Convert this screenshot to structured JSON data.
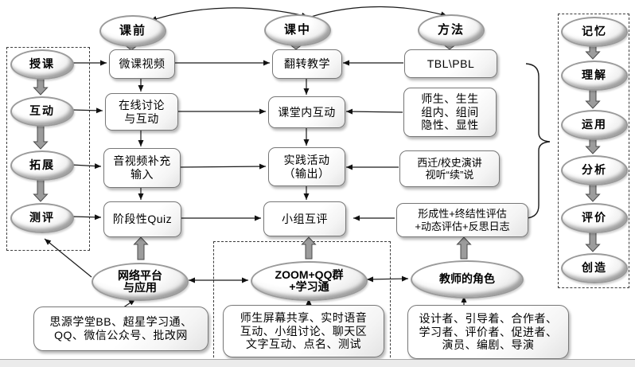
{
  "colors": {
    "node_border": "#9a9a9a",
    "block_arrow_fill": "#9c9c9c",
    "block_arrow_outline": "#4a4a4a",
    "connector_line": "#1a1a1a",
    "bottom_bar": "#ebebeb"
  },
  "top_nodes": {
    "pre_class": "课前",
    "in_class": "课中",
    "method": "方法"
  },
  "left_track": {
    "items": [
      "授课",
      "互动",
      "拓展",
      "测评"
    ]
  },
  "bloom_track": {
    "items": [
      "记忆",
      "理解",
      "运用",
      "分析",
      "评价",
      "创造"
    ]
  },
  "grid": {
    "micro_video": "微课视频",
    "flipped_teaching": "翻转教学",
    "tbl_pbl": "TBL\\PBL",
    "online_discussion": "在线讨论\n与互动",
    "classroom_interaction": "课堂内互动",
    "interaction_types": "师生、生生\n组内、组间\n隐性、显性",
    "av_supplement": "音视频补充\n输入",
    "practice_activity": "实践活动\n（输出）",
    "xiqian_speech": "西迁/校史演讲\n视听“续”说",
    "stage_quiz": "阶段性Quiz",
    "peer_review": "小组互评",
    "assessment": "形成性+终结性评估\n+动态评估+反思日志"
  },
  "bottom_nodes": {
    "network_platform": "网络平台\n与应用",
    "zoom_qq_group": "ZOOM+QQ群\n+学习通",
    "teacher_role": "教师的角色"
  },
  "bottom_boxes": {
    "platform_tools": "思源学堂BB、超星学习通、\nQQ、微信公众号、批改网",
    "zoom_functions": "师生屏幕共享、实时语音\n互动、小组讨论、聊天区\n文字互动、点名、测试",
    "teacher_roles": "设计者、引导着、合作者、\n学习者、评价者、促进者、\n演员、编剧、导演"
  }
}
